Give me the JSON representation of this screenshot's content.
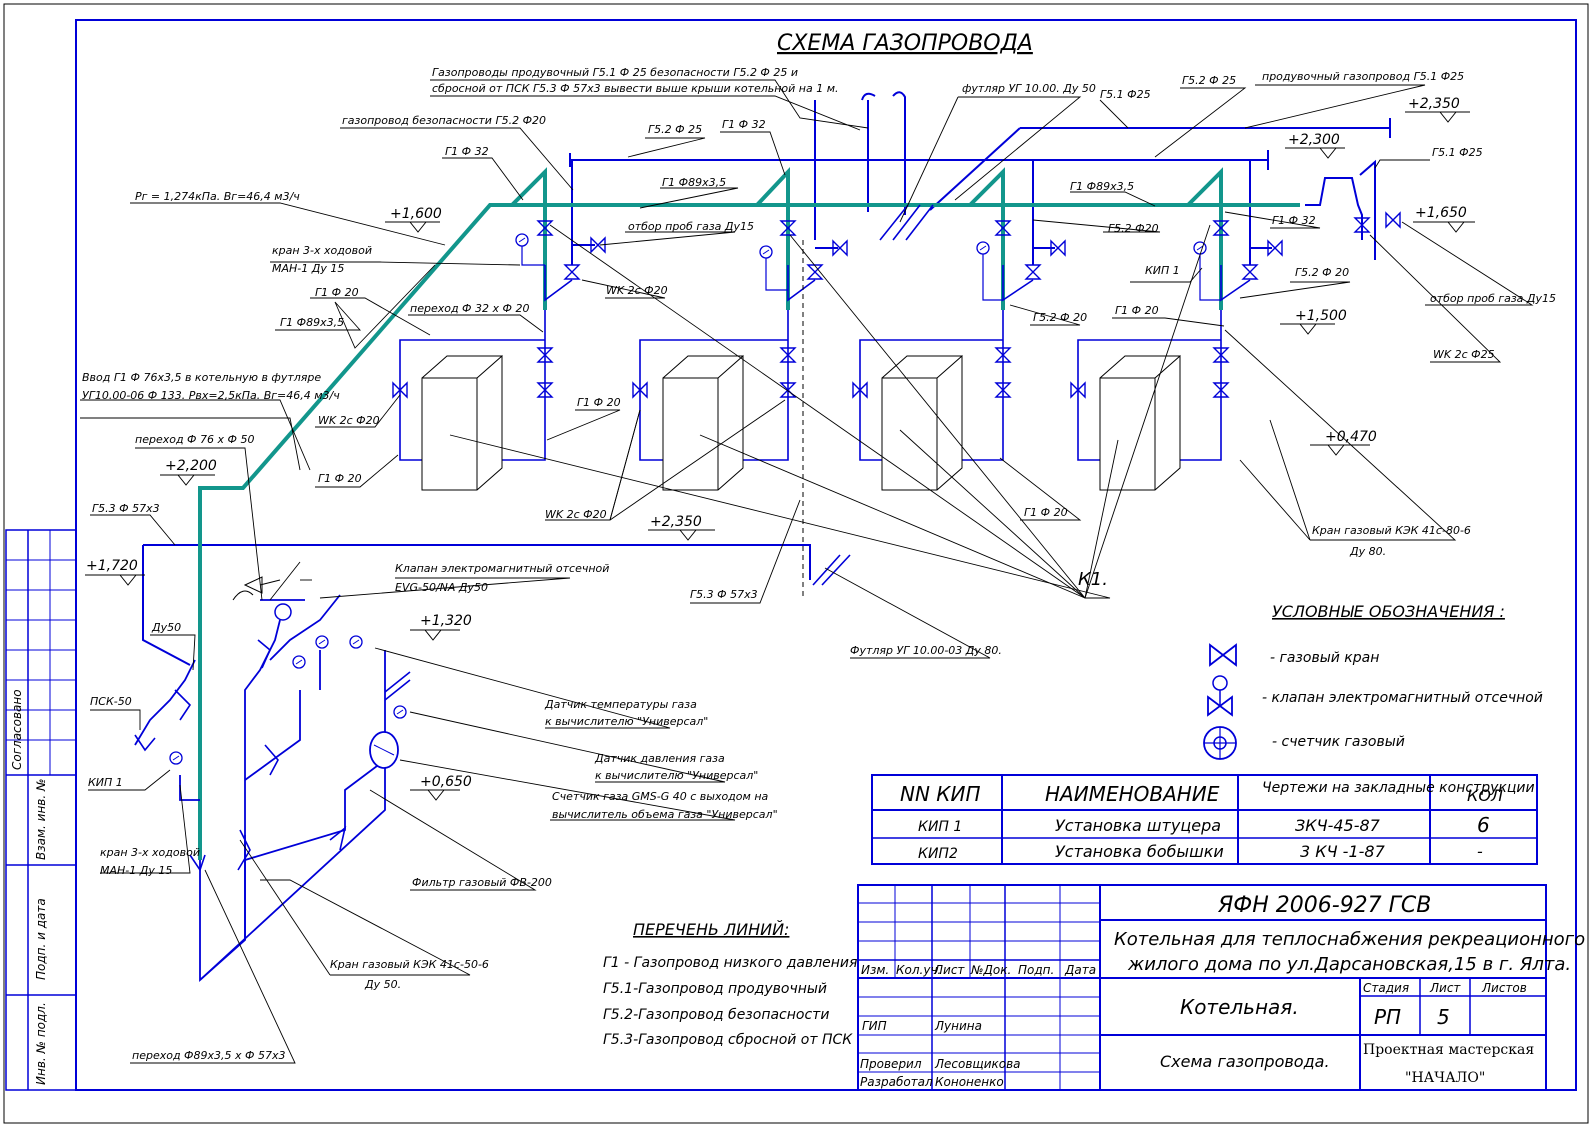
{
  "title": "СХЕМА ГАЗОПРОВОДА",
  "colors": {
    "pipe_main": "#12968c",
    "pipe_aux": "#0000d8",
    "leader": "#000000",
    "frame": "#0000d8"
  },
  "top_note": {
    "line1": "Газопроводы продувочный Г5.1 Ф 25 безопасности Г5.2 Ф 25 и",
    "line2": "сбросной от ПСК Г5.3 Ф 57х3 вывести выше крыши котельной на 1 м."
  },
  "labels": {
    "futlyar_top": "футляр УГ 10.00. Ду 50",
    "g51_f25": "Г5.1 Ф25",
    "g52_f25_top": "Г5.2 Ф 25",
    "produv_top": "продувочный газопровод Г5.1 Ф25",
    "lvl_2350_right": "+2,350",
    "lvl_2300": "+2,300",
    "g51_f25_right": "Г5.1 Ф25",
    "g52_f25_mid": "Г5.2 Ф 25",
    "g1_f32_a": "Г1 Ф 32",
    "g1_f89_top": "Г1 Ф89х3,5",
    "g1_f89_mid": "Г1 Ф89х3,5",
    "gazoprovod_bezop": "газопровод безопасности Г5.2 Ф20",
    "g1_f32_left": "Г1 Ф 32",
    "pz": "Рг = 1,274кПа. Вг=46,4 м3/ч",
    "lvl_1600": "+1,600",
    "otbor_left": "отбор проб газа Ду15",
    "kran3_top_l1": "кран 3-х ходовой",
    "kran3_top_l2": "МАН-1 Ду 15",
    "g1_f20_a": "Г1 Ф 20",
    "wk_2c_f20_a": "WK 2с Ф20",
    "perekhod_32_20": "переход Ф 32 х Ф 20",
    "g1_f89_left": "Г1 Ф89х3,5",
    "g52_f20_a": "Г5.2 Ф20",
    "g1_f32_b": "Г1 Ф 32",
    "kip1_top": "КИП 1",
    "g52_f20_b": "Г5.2 Ф 20",
    "g52_f20_c": "Г5.2 Ф 20",
    "g1_f20_b": "Г1 Ф 20",
    "lvl_1500": "+1,500",
    "lvl_1650": "+1,650",
    "otbor_right": "отбор проб газа Ду15",
    "wk_2c_f25": "WK 2с Ф25",
    "vvod_l1": "Ввод Г1 Ф 76х3,5 в котельную в футляре",
    "vvod_l2": "УГ10.00-06 Ф 133. Рвх=2,5кПа. Вг=46,4 м3/ч",
    "wk_2c_f20_b": "WK 2с Ф20",
    "g1_f20_c": "Г1 Ф 20",
    "g1_f20_d": "Г1 Ф 20",
    "perekhod_76_50": "переход Ф 76 х Ф 50",
    "lvl_2200": "+2,200",
    "lvl_0470": "+0,470",
    "g53_f57_left": "Г5.3 Ф 57х3",
    "wk_2c_f20_c": "WK 2с Ф20",
    "lvl_2350_mid": "+2,350",
    "g1_f20_e": "Г1 Ф 20",
    "kran_kek_top_l1": "Кран газовый КЭК 41с-80-6",
    "kran_kek_top_l2": "Ду 80.",
    "lvl_1720": "+1,720",
    "klapan_l1": "Клапан электромагнитный отсечной",
    "klapan_l2": "EVG-50/NA Ду50",
    "k1": "К1.",
    "g53_f57_mid": "Г5.3 Ф 57х3",
    "du50": "Ду50",
    "lvl_1320": "+1,320",
    "futlyar_bottom": "Футляр УГ 10.00-03 Ду 80.",
    "psk50": "ПСК-50",
    "datchik_temp_l1": "Датчик температуры газа",
    "datchik_temp_l2": "к вычислителю \"Универсал\"",
    "datchik_davl_l1": "Датчик давления газа",
    "datchik_davl_l2": "к вычислителю \"Универсал\"",
    "kip1_left": "КИП 1",
    "lvl_0650": "+0,650",
    "schetchik_l1": "Счетчик газа GMS-G 40 с выходом на",
    "schetchik_l2": "вычислитель объема газа \"Универсал\"",
    "kran3_bot_l1": "кран 3-х ходовой",
    "kran3_bot_l2": "МАН-1 Ду 15",
    "filtr": "Фильтр газовый ФВ-200",
    "kran_kek_bot_l1": "Кран газовый КЭК 41с-50-6",
    "kran_kek_bot_l2": "Ду 50.",
    "perekhod_89_57": "переход Ф89х3,5 х Ф 57х3"
  },
  "legend": {
    "title": "УСЛОВНЫЕ ОБОЗНАЧЕНИЯ :",
    "items": [
      "- газовый кран",
      "- клапан электромагнитный отсечной",
      "- счетчик газовый"
    ]
  },
  "lines_list": {
    "title": "ПЕРЕЧЕНЬ ЛИНИЙ:",
    "items": [
      "Г1 - Газопровод низкого давления",
      "Г5.1-Газопровод продувочный",
      "Г5.2-Газопровод безопасности",
      "Г5.3-Газопровод сбросной от ПСК"
    ]
  },
  "spec_table": {
    "headers": [
      "NN КИП",
      "НАИМЕНОВАНИЕ",
      "Чертежи на закладные конструкции",
      "КОЛ"
    ],
    "rows": [
      [
        "КИП 1",
        "Установка штуцера",
        "ЗКЧ-45-87",
        "6"
      ],
      [
        "КИП2",
        "Установка бобышки",
        "3 КЧ -1-87",
        "-"
      ]
    ]
  },
  "side_stamp": {
    "soglasovano": "Согласовано",
    "vzam": "Взам. инв. №",
    "podp_data": "Подп. и дата",
    "inv_podl": "Инв. № подл."
  },
  "title_block": {
    "code": "ЯФН 2006-927 ГСВ",
    "project_l1": "Котельная для теплоснабжения рекреационного",
    "project_l2": "жилого дома по ул.Дарсановская,15 в г. Ялта.",
    "col_headers": [
      "Изм.",
      "Кол.уч.",
      "Лист",
      "№Док.",
      "Подп.",
      "Дата"
    ],
    "gip_role": "ГИП",
    "gip_name": "Лунина",
    "proveril_role": "Проверил",
    "proveril_name": "Лесовщикова",
    "razrab_role": "Разработал",
    "razrab_name": "Кононенко",
    "object": "Котельная.",
    "sheet_name": "Схема газопровода.",
    "stage_header": "Стадия",
    "sheet_header": "Лист",
    "sheets_header": "Листов",
    "stage": "РП",
    "sheet": "5",
    "org_l1": "Проектная мастерская",
    "org_l2": "\"НАЧАЛО\""
  }
}
